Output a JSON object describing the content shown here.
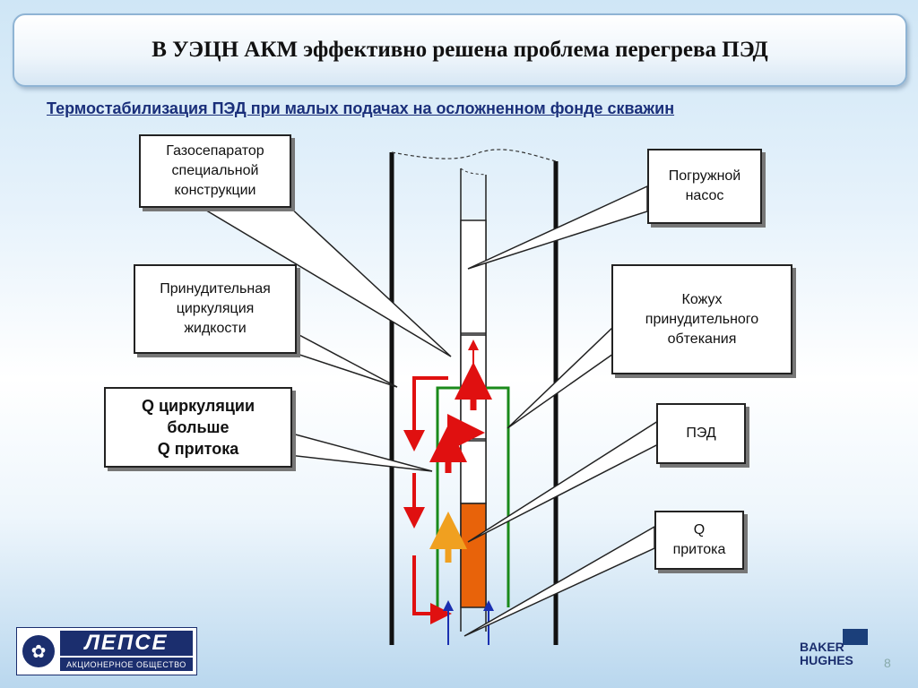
{
  "title": "В УЭЦН АКМ эффективно решена проблема перегрева ПЭД",
  "subtitle": "Термостабилизация ПЭД при малых подачах на осложненном фонде скважин",
  "callouts": {
    "gas_separator": [
      "Газосепаратор",
      "специальной",
      "конструкции"
    ],
    "pump": [
      "Погружной",
      "насос"
    ],
    "forced_circulation": [
      "Принудительная",
      "циркуляция",
      "жидкости"
    ],
    "shroud": [
      "Кожух",
      "принудительного",
      "обтекания"
    ],
    "q_compare": [
      "Q циркуляции",
      "больше",
      "Q притока"
    ],
    "motor": [
      "ПЭД"
    ],
    "q_inflow": [
      "Q",
      "притока"
    ]
  },
  "logos": {
    "left_name": "ЛЕПСЕ",
    "left_sub": "АКЦИОНЕРНОЕ ОБЩЕСТВО",
    "right_line1": "BAKER",
    "right_line2": "HUGHES"
  },
  "page_number": "8",
  "colors": {
    "circulation_arrow": "#e01010",
    "inflow_arrow": "#1a2fb0",
    "motor_flow_arrow": "#f0a020",
    "shroud": "#1a8a1a",
    "motor": "#e8630a",
    "subtitle": "#1a2f7a"
  }
}
